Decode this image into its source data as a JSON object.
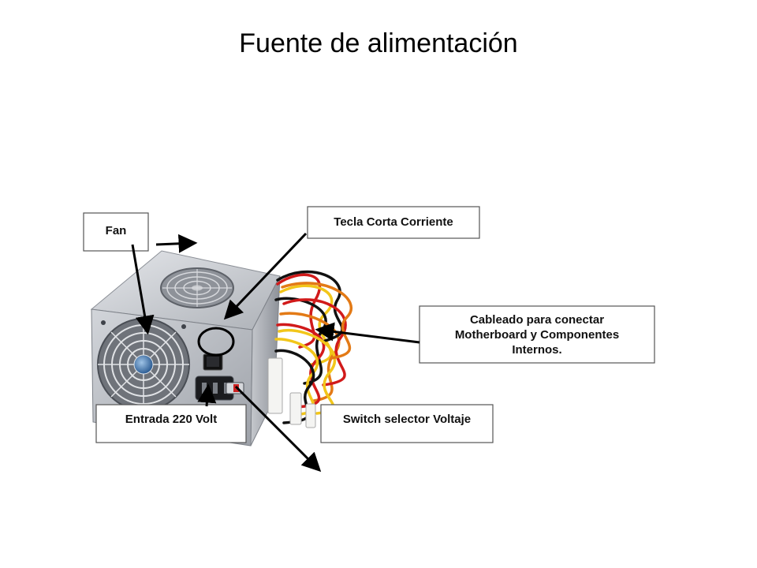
{
  "slide": {
    "title": "Fuente de alimentación"
  },
  "callouts": {
    "fan": {
      "lines": [
        "Fan"
      ]
    },
    "power_switch": {
      "lines": [
        "Tecla Corta Corriente"
      ]
    },
    "cabling": {
      "lines": [
        "Cableado para conectar",
        "Motherboard y Componentes",
        "Internos."
      ]
    },
    "power_input": {
      "lines": [
        "Entrada 220 Volt"
      ]
    },
    "voltage_selector": {
      "lines": [
        "Switch selector Voltaje"
      ]
    }
  },
  "colors": {
    "background": "#ffffff",
    "case_metal": "#b9bcc2",
    "label_border": "#555555",
    "arrow": "#000000",
    "wire_colors": [
      "#d11a1a",
      "#f2c61a",
      "#111111",
      "#e37a16"
    ]
  }
}
